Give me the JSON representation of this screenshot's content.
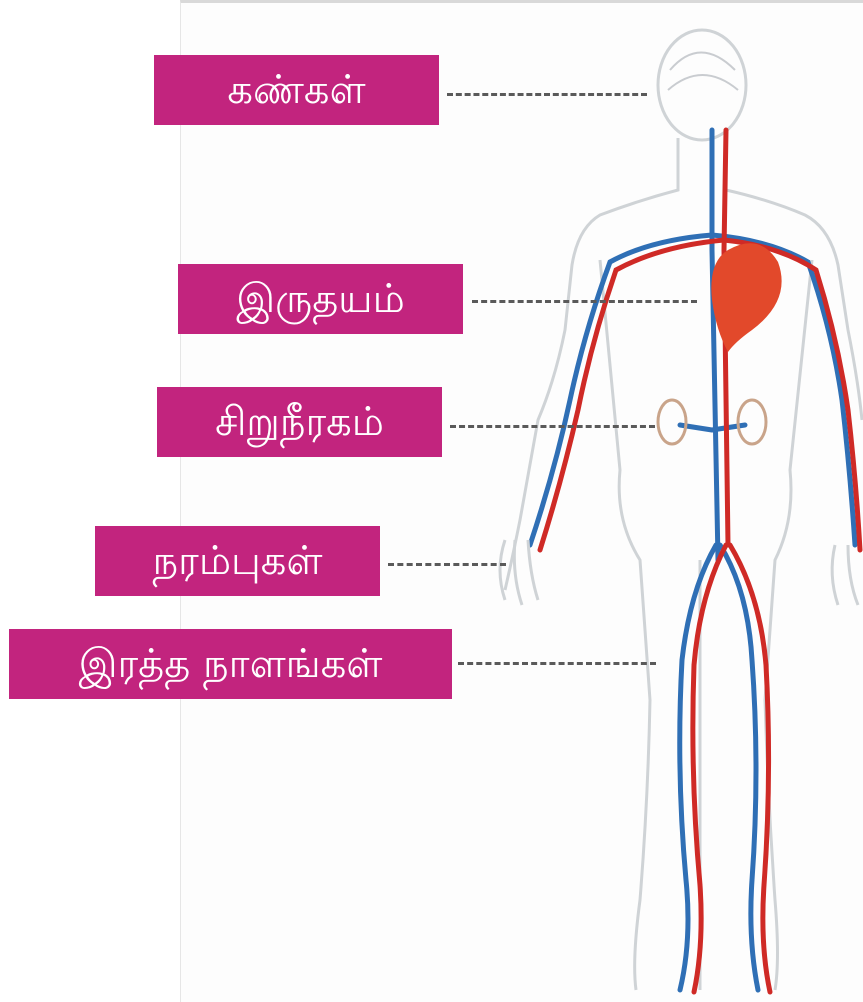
{
  "colors": {
    "label_bg": "#c2247e",
    "label_text": "#ffffff",
    "artery": "#cf2a26",
    "vein": "#2f6fb5",
    "heart": "#e2492b",
    "body_outline": "#cfd3d6"
  },
  "labels": {
    "eyes": "கண்கள்",
    "heart": "இருதயம்",
    "kidneys": "சிறுநீரகம்",
    "nerves": "நரம்புகள்",
    "blood_vessels": "இரத்த நாளங்கள்"
  }
}
